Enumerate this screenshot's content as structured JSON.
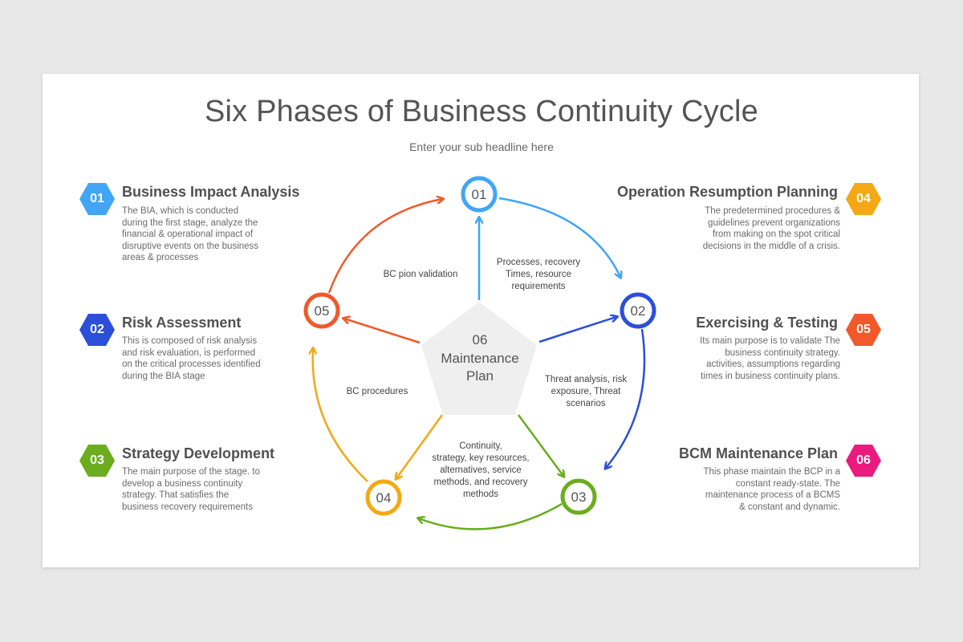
{
  "title": "Six Phases of Business Continuity Cycle",
  "subtitle": "Enter your sub headline here",
  "colors": {
    "blue_light": "#42a5f5",
    "blue_dark": "#2c4fd9",
    "green": "#6aad1e",
    "yellow": "#f4a814",
    "orange": "#f1592a",
    "pink": "#ec1a7e",
    "grey": "#f0f0f0"
  },
  "left_items": [
    {
      "num": "01",
      "title": "Business Impact Analysis",
      "desc": "The BIA, which is conducted during the first stage, analyze the financial & operational impact of disruptive events on the business areas & processes"
    },
    {
      "num": "02",
      "title": "Risk Assessment",
      "desc": "This is composed of risk analysis and risk evaluation, is performed on the critical processes identified during the BIA stage"
    },
    {
      "num": "03",
      "title": "Strategy Development",
      "desc": "The main purpose of the stage. to develop a business continuity strategy. That satisfies the business recovery requirements"
    }
  ],
  "right_items": [
    {
      "num": "04",
      "title": "Operation Resumption Planning",
      "desc": "The predetermined procedures & guidelines prevent organizations from making on the spot critical decisions in the middle of a crisis."
    },
    {
      "num": "05",
      "title": "Exercising & Testing",
      "desc": "Its main purpose is to validate The business continuity strategy. activities, assumptions regarding times in business continuity plans."
    },
    {
      "num": "06",
      "title": "BCM Maintenance Plan",
      "desc": "This phase maintain the BCP in a constant ready-state. The maintenance process of a BCMS & constant and dynamic."
    }
  ],
  "cycle": {
    "nodes": [
      "01",
      "02",
      "03",
      "04",
      "05"
    ],
    "center_num": "06",
    "center_line1": "Maintenance",
    "center_line2": "Plan",
    "label_1": [
      "Processes, recovery",
      "Times, resource",
      "requirements"
    ],
    "label_2": [
      "Threat analysis, risk",
      "exposure, Threat",
      "scenarios"
    ],
    "label_3": [
      "Continuity,",
      "strategy, key resources,",
      "alternatives, service",
      "methods, and recovery",
      "methods"
    ],
    "label_4": [
      "BC procedures"
    ],
    "label_5": [
      "BC pion validation"
    ]
  }
}
